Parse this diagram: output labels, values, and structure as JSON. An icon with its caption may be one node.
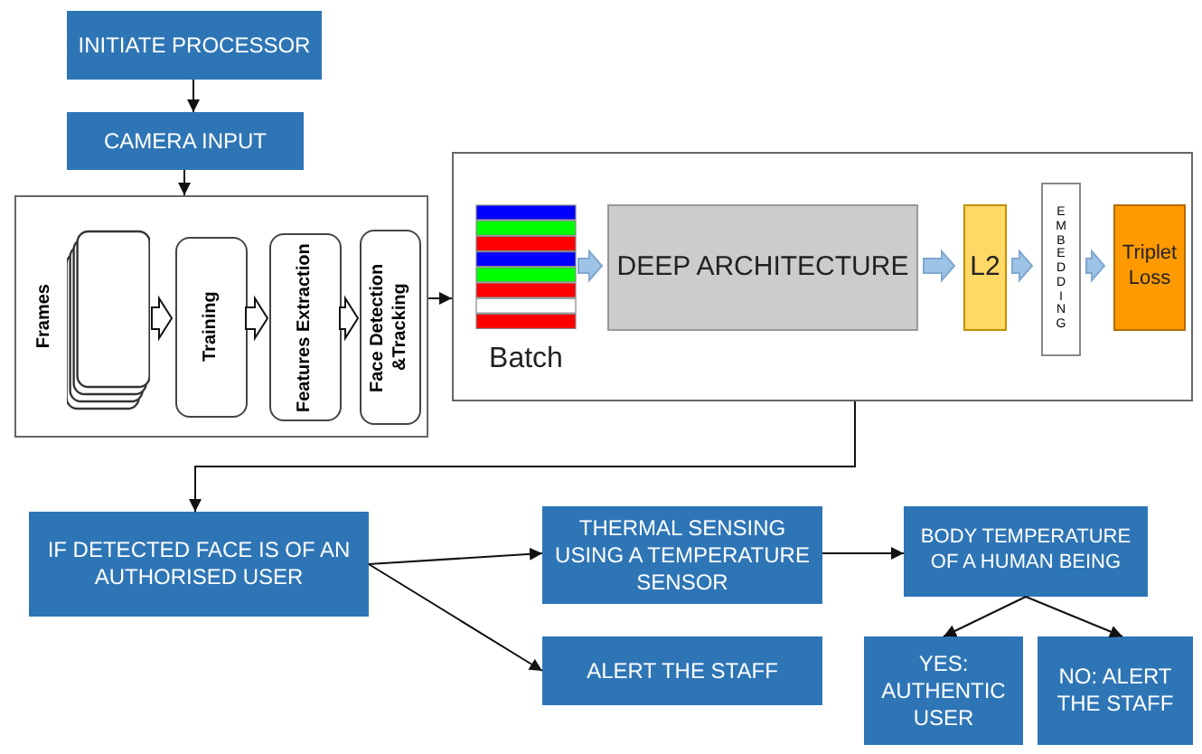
{
  "diagram": {
    "nodes": [
      {
        "text": [
          "INITIATE PROCESSOR"
        ]
      },
      {
        "text": [
          "CAMERA INPUT"
        ]
      },
      {
        "text": [],
        "shape": "box"
      },
      {
        "text": [
          "Frames"
        ],
        "in": 2
      },
      {
        "text": [
          "Training"
        ],
        "in": 2
      },
      {
        "text": [
          "Features Extraction"
        ],
        "in": 2
      },
      {
        "text": [
          "Face Detection &Tracking"
        ],
        "in": 2
      },
      {
        "text": [],
        "shape": "box"
      },
      {
        "text": [
          "Batch"
        ],
        "in": 7
      },
      {
        "text": [
          "DEEP ARCHITECTURE"
        ],
        "in": 7
      },
      {
        "text": [
          "L2"
        ],
        "in": 7
      },
      {
        "text": [
          "EMBEDDING"
        ],
        "in": 7
      },
      {
        "text": [
          "Triplet Loss"
        ],
        "in": 7
      },
      {
        "text": [
          "IF DETECTED FACE IS OF AN AUTHORISED USER"
        ]
      },
      {
        "text": [
          "THERMAL SENSING USING A TEMPERATURE SENSOR"
        ]
      },
      {
        "text": [
          "BODY TEMPERATURE OF A HUMAN BEING"
        ]
      },
      {
        "text": [
          "ALERT THE STAFF"
        ]
      },
      {
        "text": [
          "YES: AUTHENTIC USER"
        ]
      },
      {
        "text": [
          "NO: ALERT THE STAFF"
        ]
      }
    ],
    "edges": [
      {
        "from": 0,
        "to": 1,
        "arrow": "to"
      },
      {
        "from": 1,
        "to": 2,
        "arrow": "to"
      },
      {
        "from": 3,
        "to": 4,
        "arrow": "to"
      },
      {
        "from": 4,
        "to": 5,
        "arrow": "to"
      },
      {
        "from": 5,
        "to": 6,
        "arrow": "to"
      },
      {
        "from": 2,
        "to": 7,
        "arrow": "to"
      },
      {
        "from": 8,
        "to": 9,
        "arrow": "to"
      },
      {
        "from": 9,
        "to": 10,
        "arrow": "to"
      },
      {
        "from": 10,
        "to": 11,
        "arrow": "to"
      },
      {
        "from": 11,
        "to": 12,
        "arrow": "to"
      },
      {
        "from": 7,
        "to": 13,
        "arrow": "to"
      },
      {
        "from": 13,
        "to": 14,
        "arrow": "to"
      },
      {
        "from": 13,
        "to": 16,
        "arrow": "to"
      },
      {
        "from": 14,
        "to": 15,
        "arrow": "to"
      },
      {
        "from": 15,
        "to": 17,
        "arrow": "to"
      },
      {
        "from": 15,
        "to": 18,
        "arrow": "to"
      }
    ]
  }
}
